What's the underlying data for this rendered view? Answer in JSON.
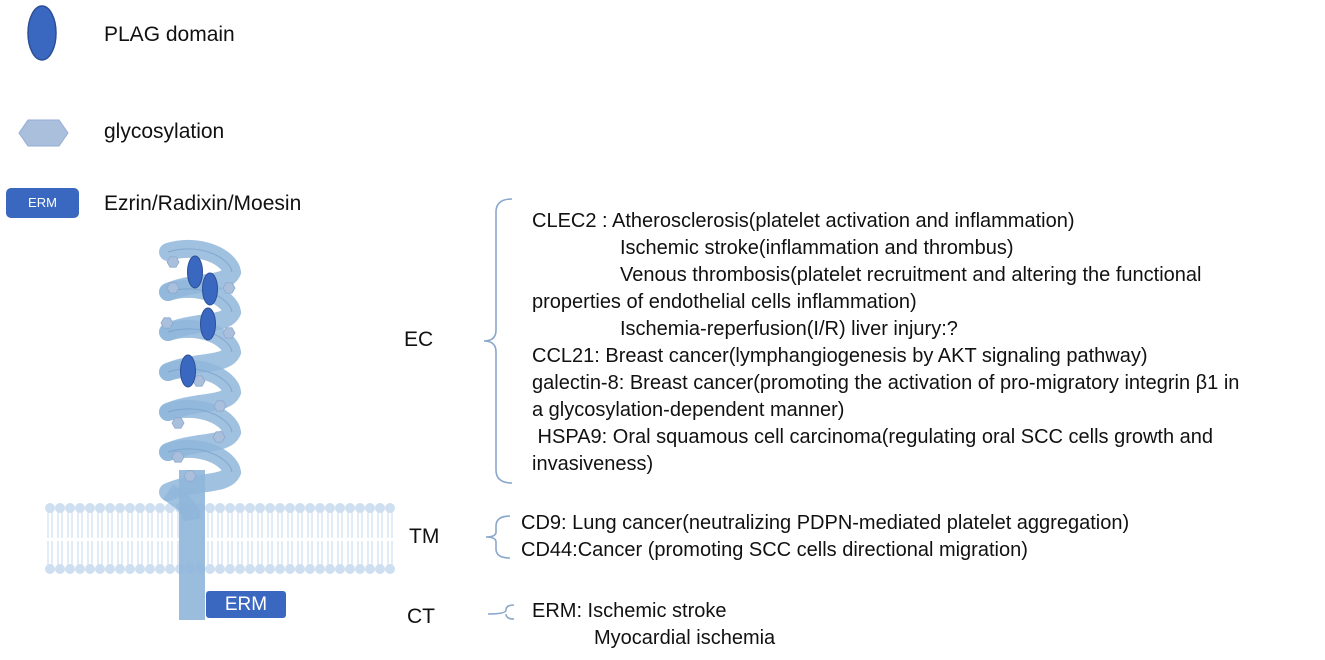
{
  "colors": {
    "plag": "#3a68c0",
    "plag_stroke": "#2c4f96",
    "glycosylation": "#a9bfdc",
    "erm": "#3a68c0",
    "helix": "#8fb6da",
    "helix_edge": "#6e97c4",
    "membrane": "#cddff0",
    "bracket": "#8aa7cc"
  },
  "legend": {
    "plag": {
      "icon": "plag-ellipse-icon",
      "label": "PLAG domain"
    },
    "glycosylation": {
      "icon": "hexagon-icon",
      "label": "glycosylation"
    },
    "erm": {
      "badge": "ERM",
      "label": "Ezrin/Radixin/Moesin"
    }
  },
  "protein": {
    "erm_box": "ERM"
  },
  "regions": [
    {
      "label": "EC",
      "lines": [
        {
          "text": "CLEC2 : Atherosclerosis(platelet activation and inflammation)",
          "indent": false
        },
        {
          "text": "Ischemic stroke(inflammation and thrombus)",
          "indent": true
        },
        {
          "text": "Venous thrombosis(platelet recruitment  and altering the functional",
          "indent": true
        },
        {
          "text": "properties of endothelial cells   inflammation)",
          "indent": false
        },
        {
          "text": "Ischemia-reperfusion(I/R) liver injury:?",
          "indent": true
        },
        {
          "text": "CCL21: Breast cancer(lymphangiogenesis by AKT signaling pathway)",
          "indent": false
        },
        {
          "text": "galectin-8: Breast cancer(promoting the activation of pro-migratory integrin β1 in",
          "indent": false
        },
        {
          "text": "a glycosylation-dependent manner)",
          "indent": false
        },
        {
          "text": " HSPA9: Oral squamous cell carcinoma(regulating oral SCC cells growth and",
          "indent": false
        },
        {
          "text": "invasiveness)",
          "indent": false
        }
      ]
    },
    {
      "label": "TM",
      "lines": [
        {
          "text": "CD9: Lung cancer(neutralizing PDPN-mediated platelet aggregation)",
          "indent": false
        },
        {
          "text": "CD44:Cancer (promoting SCC cells directional migration)",
          "indent": false
        }
      ]
    },
    {
      "label": "CT",
      "lines": [
        {
          "text": "ERM: Ischemic stroke",
          "indent": false
        },
        {
          "text": "Myocardial ischemia",
          "indent": true
        }
      ]
    }
  ]
}
